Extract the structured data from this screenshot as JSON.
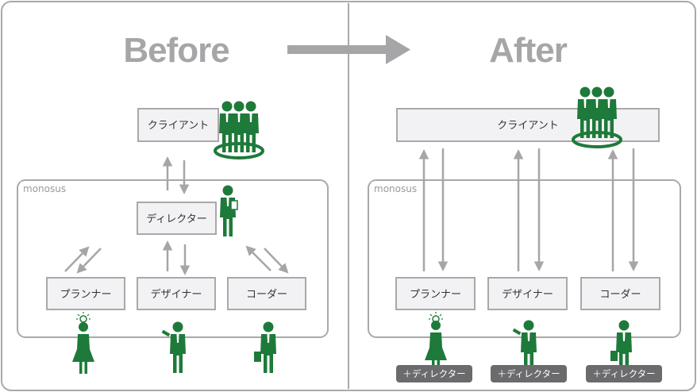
{
  "before": {
    "title": "Before",
    "client_label": "クライアント",
    "org_label": "monosus",
    "director_label": "ディレクター",
    "roles": [
      "プランナー",
      "デザイナー",
      "コーダー"
    ]
  },
  "after": {
    "title": "After",
    "client_label": "クライアント",
    "org_label": "monosus",
    "roles": [
      "プランナー",
      "デザイナー",
      "コーダー"
    ],
    "role_tags": [
      "＋ディレクター",
      "＋ディレクター",
      "＋ディレクター"
    ]
  },
  "colors": {
    "figure_green": "#1e7a3a",
    "arrow_gray": "#a6a6a8",
    "box_fill": "#f2f2f4",
    "border_gray": "#a9a9ab",
    "tag_fill": "#6b6b6d"
  },
  "icons": [
    "client-group-icon",
    "director-person-icon",
    "planner-person-icon",
    "designer-person-icon",
    "coder-person-icon",
    "transition-arrow-icon"
  ]
}
